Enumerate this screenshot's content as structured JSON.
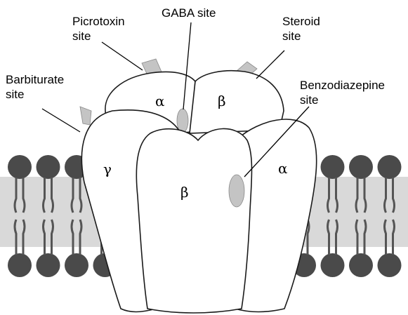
{
  "labels": {
    "picrotoxin_line1": "Picrotoxin",
    "picrotoxin_line2": "site",
    "gaba": "GABA site",
    "steroid_line1": "Steroid",
    "steroid_line2": "site",
    "barbiturate_line1": "Barbiturate",
    "barbiturate_line2": "site",
    "benzodiazepine_line1": "Benzodiazepine",
    "benzodiazepine_line2": "site"
  },
  "subunits": {
    "back_left": "α",
    "back_right": "β",
    "left": "γ",
    "center": "β",
    "right": "α"
  },
  "colors": {
    "lipid_head": "#4a4a4a",
    "lipid_tail": "#555555",
    "membrane_core": "#d9d9d9",
    "site_fill": "#c4c4c4",
    "outline": "#1a1a1a"
  }
}
